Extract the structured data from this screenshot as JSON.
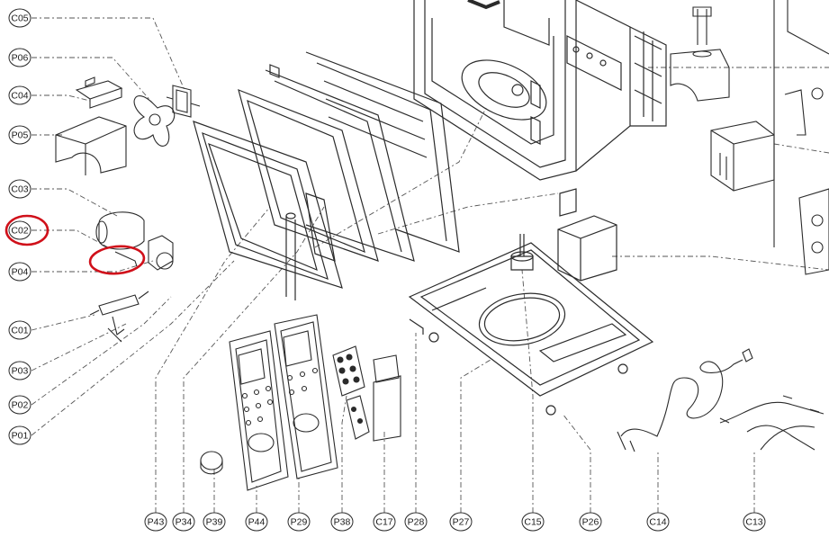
{
  "labels": {
    "C05": "C05",
    "P06": "P06",
    "C04": "C04",
    "P05": "P05",
    "C03": "C03",
    "C02": "C02",
    "P04": "P04",
    "C01": "C01",
    "P03": "P03",
    "P02": "P02",
    "P01": "P01",
    "P43": "P43",
    "P34": "P34",
    "P39": "P39",
    "P44": "P44",
    "P29": "P29",
    "P38": "P38",
    "C17": "C17",
    "P28": "P28",
    "P27": "P27",
    "C15": "C15",
    "P26": "P26",
    "C14": "C14",
    "C13": "C13"
  },
  "colors": {
    "line": "#2b2b2b",
    "leader": "#555555",
    "highlight": "#d0101a",
    "background": "#ffffff"
  }
}
